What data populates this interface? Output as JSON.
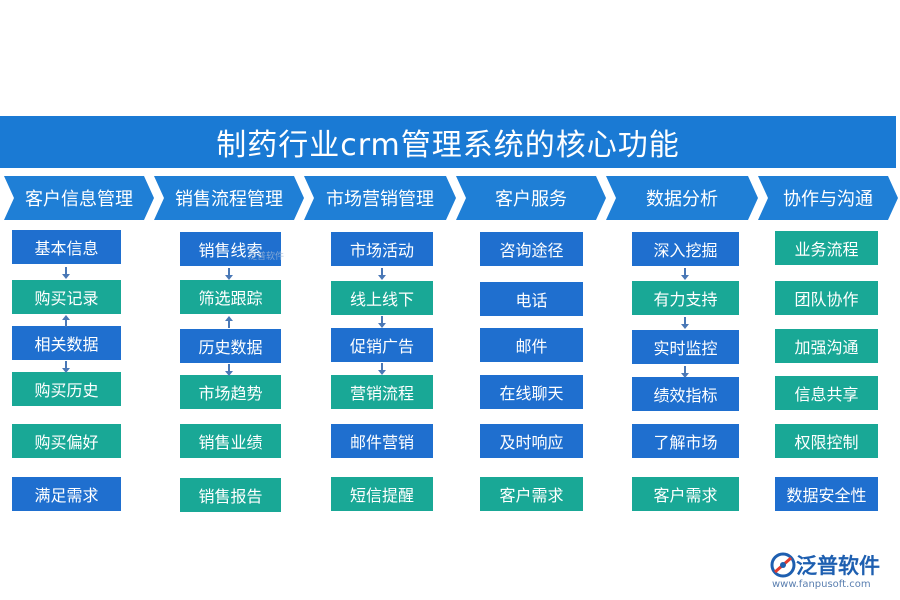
{
  "title": "制药行业crm管理系统的核心功能",
  "columns": [
    {
      "header": "客户信息管理",
      "items": [
        "基本信息",
        "购买记录",
        "相关数据",
        "购买历史",
        "购买偏好",
        "满足需求"
      ]
    },
    {
      "header": "销售流程管理",
      "items": [
        "销售线索",
        "筛选跟踪",
        "历史数据",
        "市场趋势",
        "销售业绩",
        "销售报告"
      ]
    },
    {
      "header": "市场营销管理",
      "items": [
        "市场活动",
        "线上线下",
        "促销广告",
        "营销流程",
        "邮件营销",
        "短信提醒"
      ]
    },
    {
      "header": "客户服务",
      "items": [
        "咨询途径",
        "电话",
        "邮件",
        "在线聊天",
        "及时响应",
        "客户需求"
      ]
    },
    {
      "header": "数据分析",
      "items": [
        "深入挖掘",
        "有力支持",
        "实时监控",
        "绩效指标",
        "了解市场",
        "客户需求"
      ]
    },
    {
      "header": "协作与沟通",
      "items": [
        "业务流程",
        "团队协作",
        "加强沟通",
        "信息共享",
        "权限控制",
        "数据安全性"
      ]
    }
  ],
  "watermark": "泛普软件",
  "logo": {
    "brand": "泛普软件",
    "url": "www.fanpusoft.com"
  },
  "colors": {
    "title_bg": "#1a7ad4",
    "header_bg": "#1f7fd6",
    "box_blue": "#1f6fcf",
    "box_teal": "#19a896"
  }
}
